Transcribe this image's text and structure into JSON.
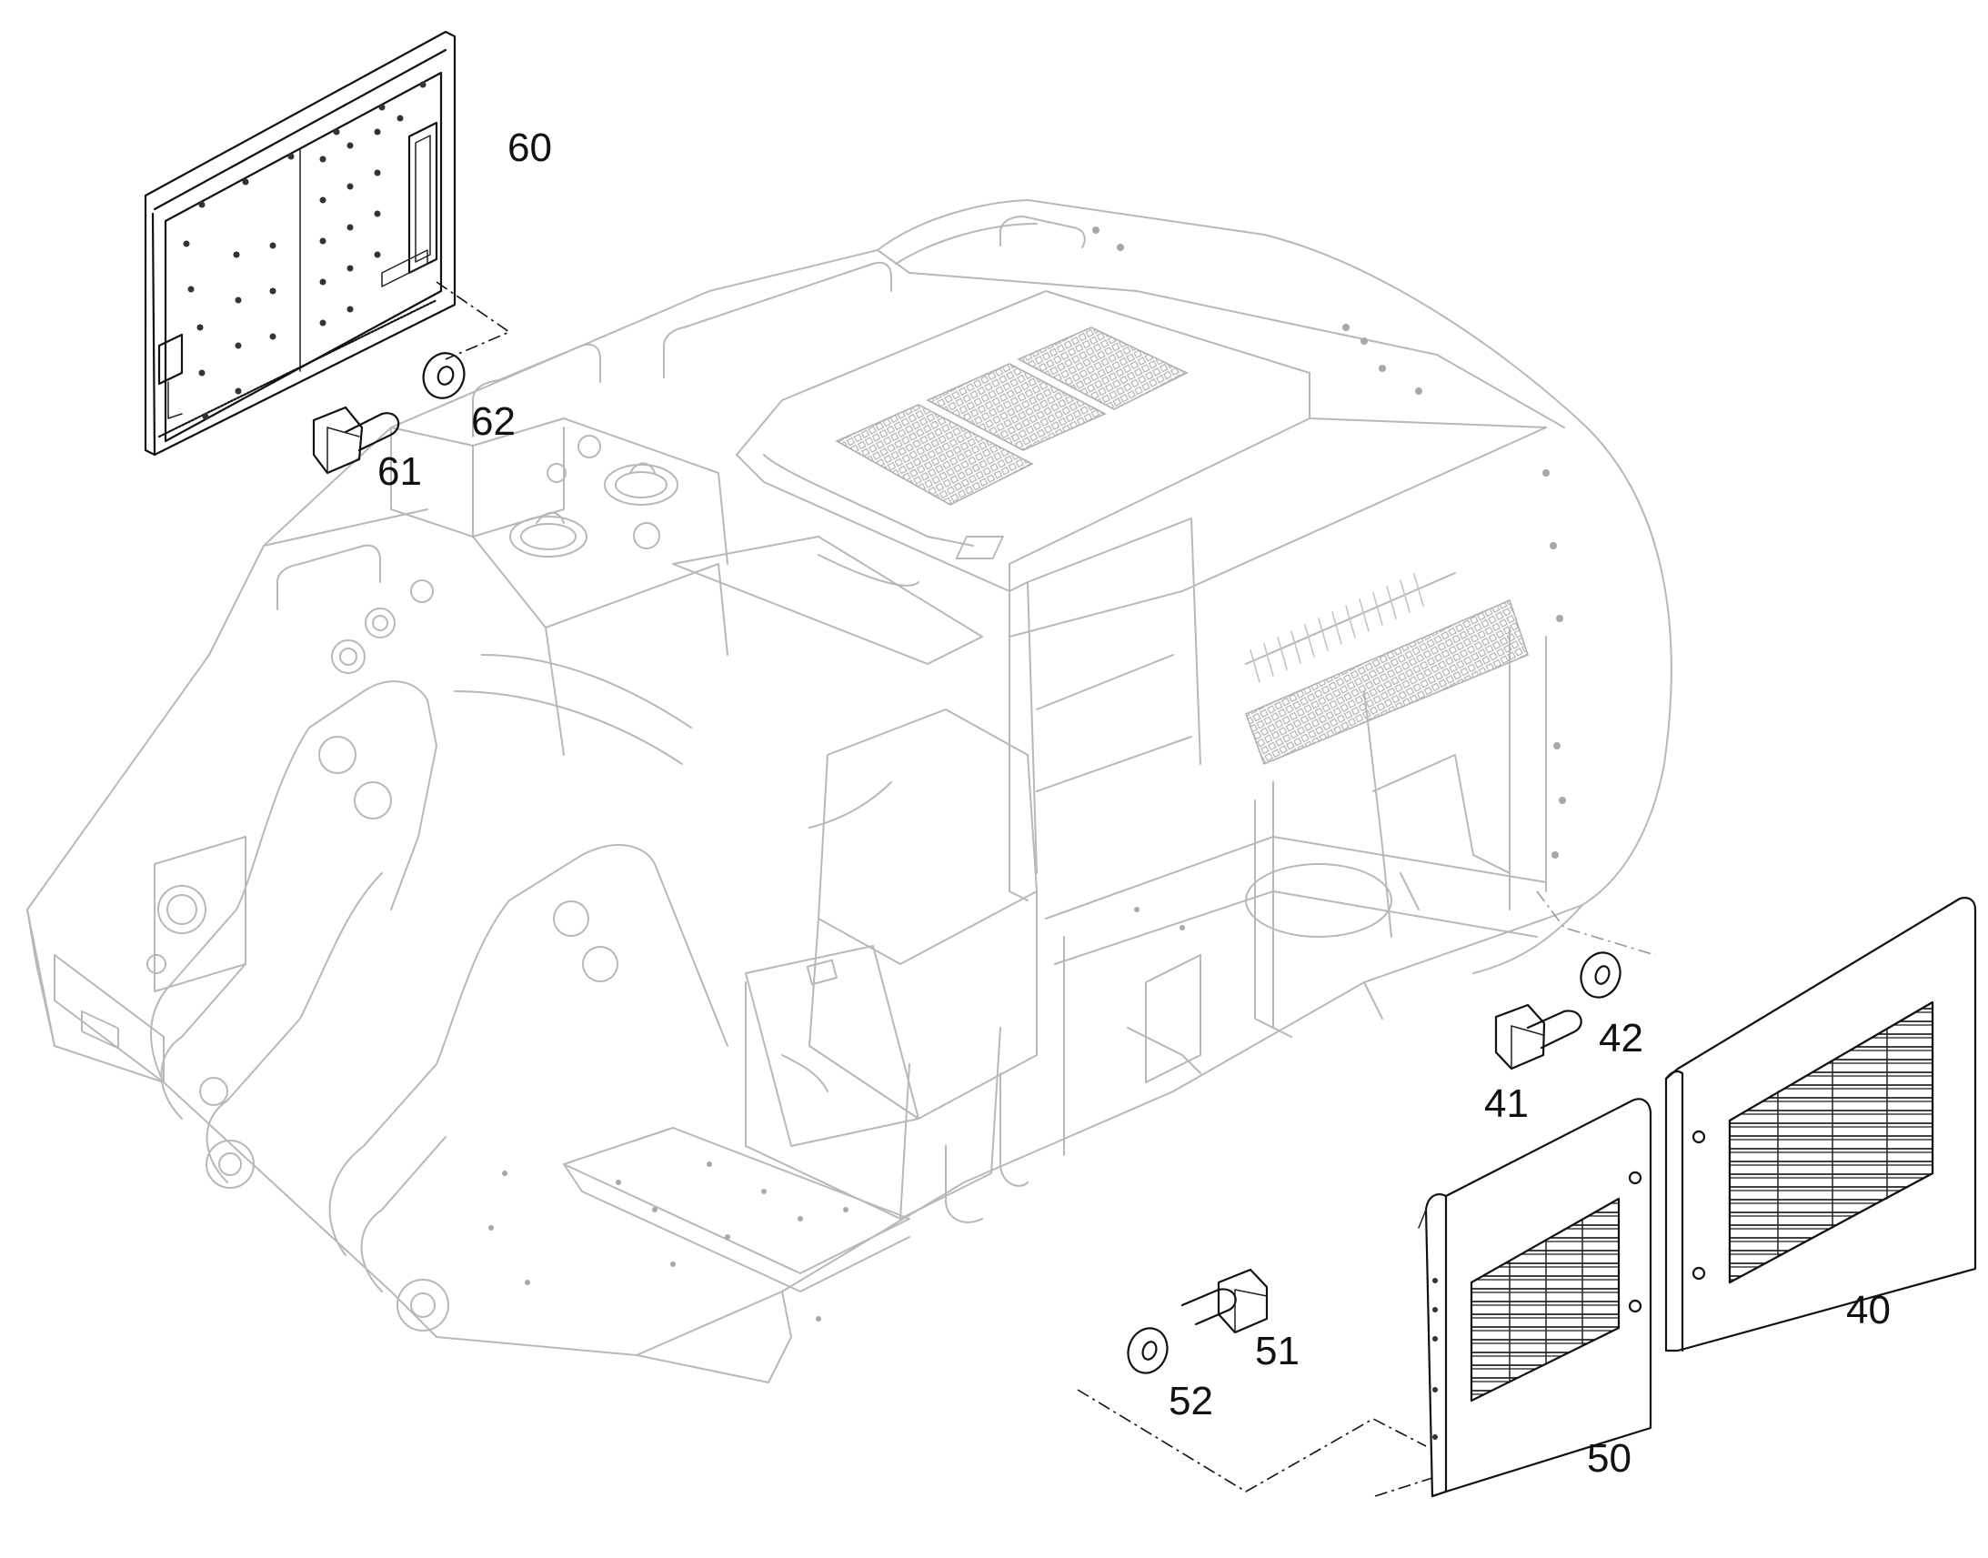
{
  "callouts": {
    "p40": "40",
    "p41": "41",
    "p42": "42",
    "p50": "50",
    "p51": "51",
    "p52": "52",
    "p60": "60",
    "p61": "61",
    "p62": "62"
  }
}
